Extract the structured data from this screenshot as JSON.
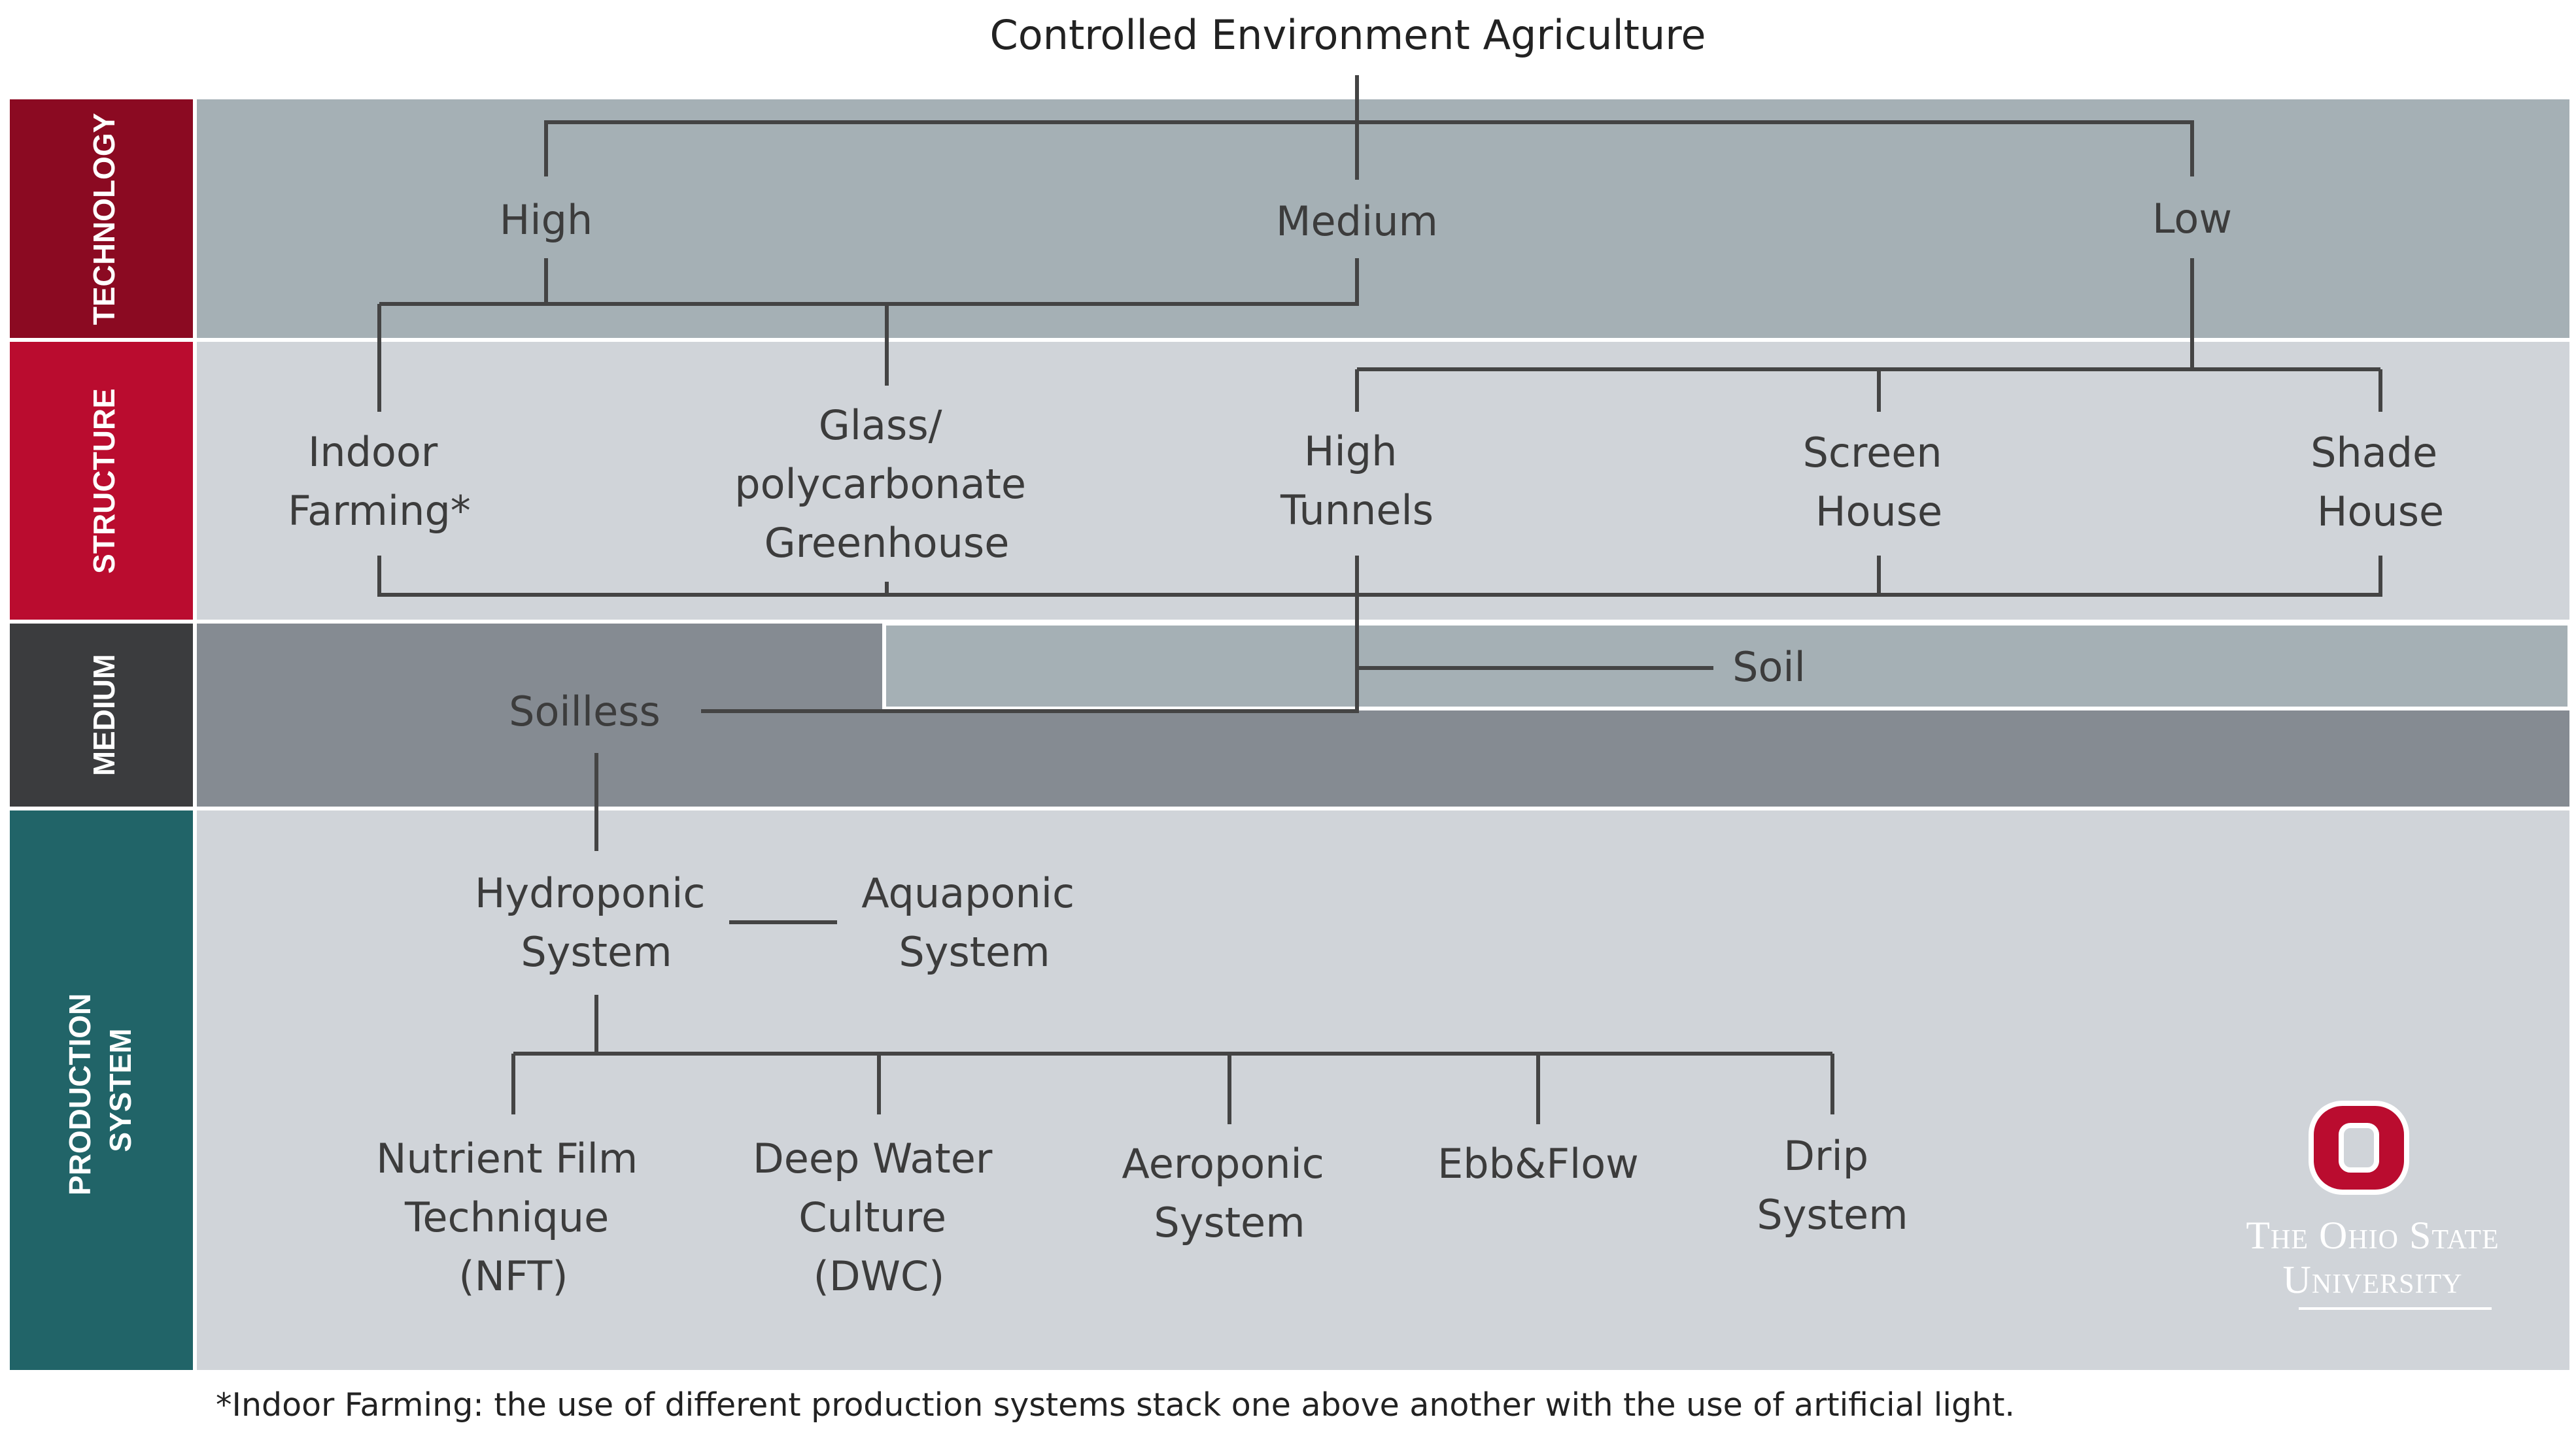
{
  "title": "Controlled Environment Agriculture",
  "bands": {
    "technology": "TECHNOLOGY",
    "structure": "STRUCTURE",
    "medium": "MEDIUM",
    "production_line1": "PRODUCTION",
    "production_line2": "SYSTEM"
  },
  "technology": {
    "high": "High",
    "medium": "Medium",
    "low": "Low"
  },
  "structure": {
    "indoor": [
      "Indoor",
      "Farming*"
    ],
    "greenhouse": [
      "Glass/",
      "polycarbonate",
      "Greenhouse"
    ],
    "high_tunnels": [
      "High",
      "Tunnels"
    ],
    "screen_house": [
      "Screen",
      "House"
    ],
    "shade_house": [
      "Shade",
      "House"
    ]
  },
  "medium": {
    "soilless": "Soilless",
    "soil": "Soil"
  },
  "production": {
    "hydroponic": [
      "Hydroponic",
      "System"
    ],
    "aquaponic": [
      "Aquaponic",
      "System"
    ],
    "nft": [
      "Nutrient Film",
      "Technique",
      "(NFT)"
    ],
    "dwc": [
      "Deep Water",
      "Culture",
      "(DWC)"
    ],
    "aeroponic": [
      "Aeroponic",
      "System"
    ],
    "ebb_flow": "Ebb&Flow",
    "drip": [
      "Drip",
      "System"
    ]
  },
  "logo": {
    "line1": "The Ohio State",
    "line2": "University"
  },
  "footnote": "*Indoor Farming: the use of different production systems stack one above another with the use of artificial light.",
  "colors": {
    "technology_band": "#8b0a22",
    "structure_band": "#ba0c2f",
    "medium_band": "#3b3c3e",
    "production_band": "#216468",
    "technology_bg": "#a5b0b5",
    "structure_bg": "#d0d4d9",
    "medium_bg_dark": "#858b92",
    "medium_bg_light": "#a5b0b5",
    "production_bg": "#d0d4d9",
    "logo_red": "#ba0c2f"
  }
}
